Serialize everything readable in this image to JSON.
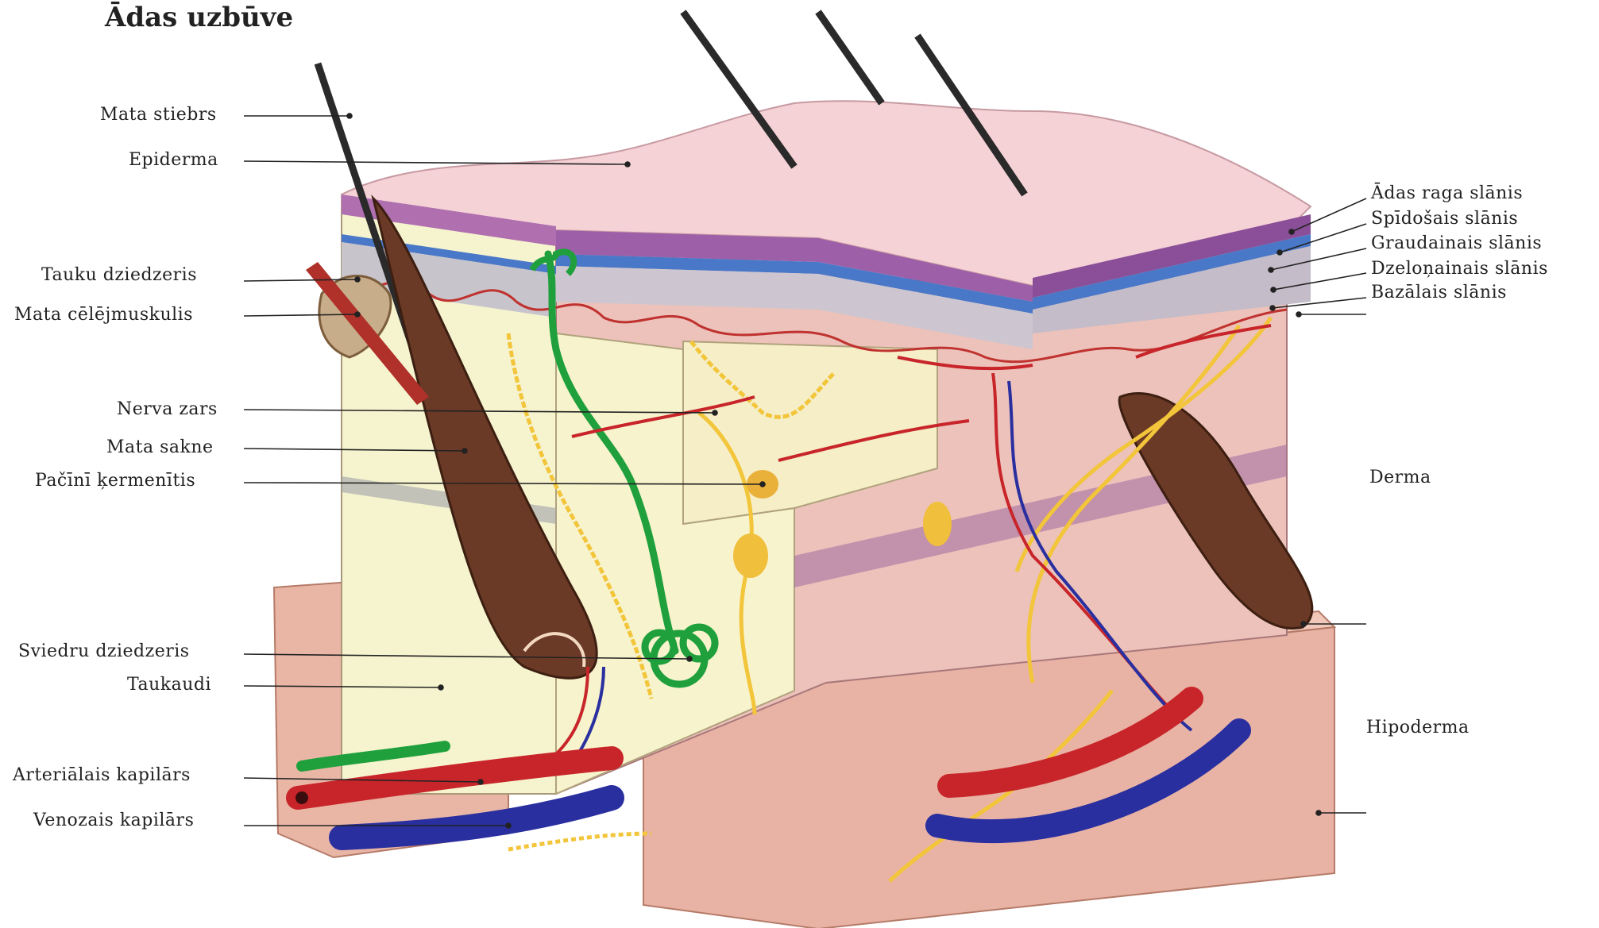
{
  "title": "Ādas uzbūve",
  "labels_left": {
    "hair_shaft": "Mata stiebrs",
    "epidermis": "Epiderma",
    "sebaceous_gland": "Tauku dziedzeris",
    "arrector_muscle": "Mata cēlējmuskulis",
    "nerve_branch": "Nerva zars",
    "hair_root": "Mata sakne",
    "pacinian_corpuscle": "Pačīnī ķermenītis",
    "sweat_gland": "Sviedru dziedzeris",
    "adipose": "Taukaudi",
    "arterial_capillary": "Arteriālais kapilārs",
    "venous_capillary": "Venozais kapilārs"
  },
  "labels_right": {
    "stratum_corneum": "Ādas raga slānis",
    "stratum_lucidum": "Spīdošais slānis",
    "stratum_granulosum": "Graudainais slānis",
    "stratum_spinosum": "Dzeloņainais slānis",
    "stratum_basale": "Bazālais slānis",
    "dermis": "Derma",
    "hypodermis": "Hipoderma"
  },
  "colors": {
    "epidermis": "#f4d3d8",
    "corneum": "#a060a8",
    "basal_blue": "#4a78c8",
    "dermis": "#e8b8b4",
    "papillary": "#f6f4cf",
    "fat": "#e9b6a6",
    "hair": "#6b3a26",
    "artery": "#c8252a",
    "vein": "#2a2fa0",
    "nerve": "#f2c53a",
    "sweat": "#1fa03c"
  }
}
